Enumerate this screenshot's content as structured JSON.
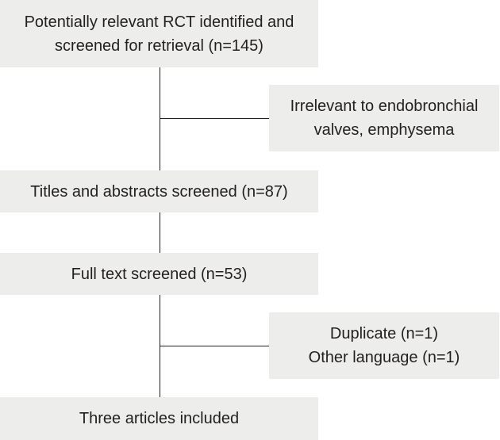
{
  "flow": {
    "identified": {
      "line1": "Potentially relevant RCT identified and",
      "line2": "screened for retrieval (n=145)"
    },
    "exclusion_1": {
      "line1": "Irrelevant to endobronchial",
      "line2": "valves, emphysema"
    },
    "titles_abstracts": {
      "text": "Titles and abstracts screened (n=87)"
    },
    "full_text": {
      "text": "Full text screened (n=53)"
    },
    "exclusion_2": {
      "line1": "Duplicate (n=1)",
      "line2": "Other language (n=1)"
    },
    "included": {
      "text": "Three articles included"
    }
  },
  "colors": {
    "box_fill": "#ededeb",
    "line": "#231f20",
    "text": "#231f20"
  }
}
